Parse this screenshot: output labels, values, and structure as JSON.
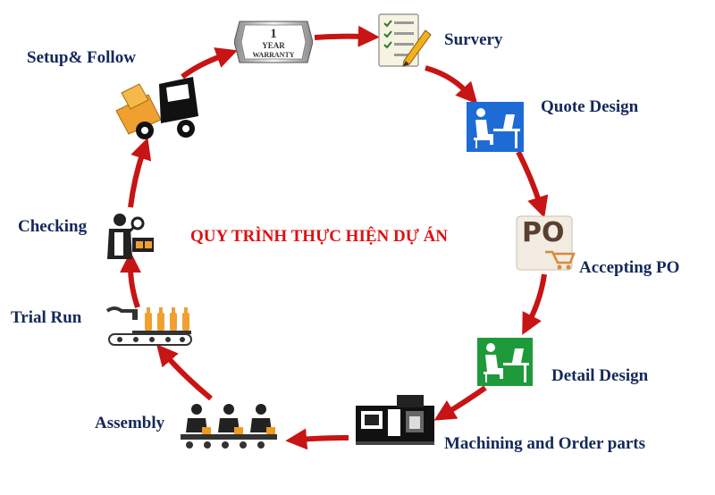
{
  "title": "QUY TRÌNH THỰC HIỆN DỰ ÁN",
  "colors": {
    "arrow": "#c81414",
    "label": "#14285a",
    "title": "#e01010"
  },
  "steps": [
    {
      "label": "Survery",
      "icon": "survey-checklist-icon"
    },
    {
      "label": "Quote Design",
      "icon": "designer-at-desk-icon"
    },
    {
      "label": "Accepting  PO",
      "icon": "purchase-order-icon"
    },
    {
      "label": "Detail Design",
      "icon": "designer-at-desk-icon"
    },
    {
      "label": "Machining and Order parts",
      "icon": "cnc-machine-icon"
    },
    {
      "label": "Assembly",
      "icon": "assembly-line-icon"
    },
    {
      "label": "Trial Run",
      "icon": "conveyor-bottles-icon"
    },
    {
      "label": "Checking",
      "icon": "inspector-icon"
    },
    {
      "label": "Setup& Follow",
      "icon": "delivery-truck-icon"
    },
    {
      "label": "",
      "icon": "warranty-badge-icon"
    }
  ],
  "warranty": {
    "number": "1",
    "line1": "YEAR",
    "line2": "WARRANTY"
  },
  "po_text": "PO"
}
